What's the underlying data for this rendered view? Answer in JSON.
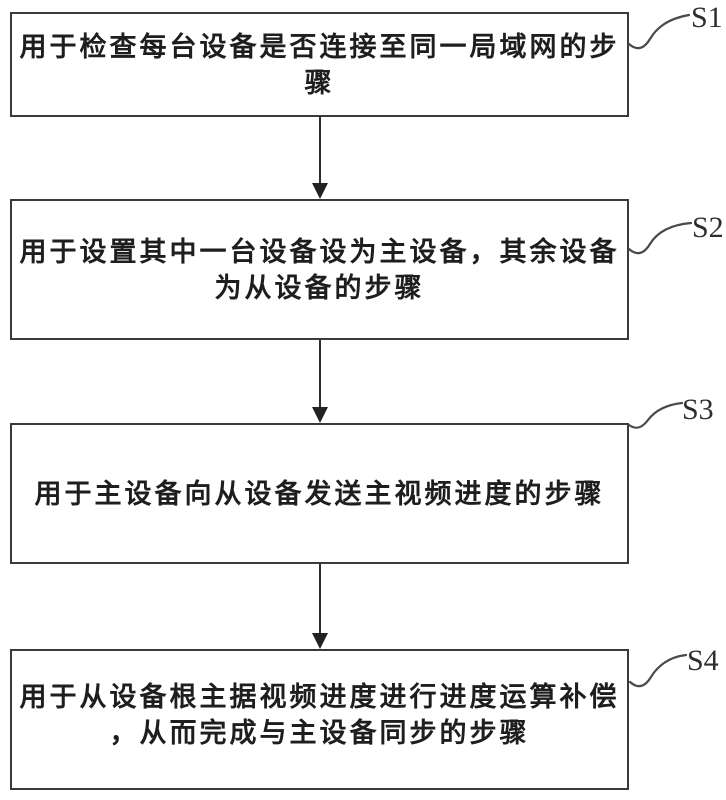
{
  "figure": {
    "type": "flowchart",
    "colors": {
      "background": "#ffffff",
      "box_border": "#3a3a3a",
      "text": "#1e1e1e",
      "line": "#2c2c2c"
    },
    "steps": [
      {
        "label": "S1",
        "lines": [
          "用于检查每台设备是否连接至同一局域网的步",
          "骤"
        ]
      },
      {
        "label": "S2",
        "lines": [
          "用于设置其中一台设备设为主设备，其余设备",
          "为从设备的步骤"
        ]
      },
      {
        "label": "S3",
        "lines": [
          "用于主设备向从设备发送主视频进度的步骤"
        ]
      },
      {
        "label": "S4",
        "lines": [
          "用于从设备根主据视频进度进行进度运算补偿",
          "，从而完成与主设备同步的步骤"
        ]
      }
    ]
  }
}
